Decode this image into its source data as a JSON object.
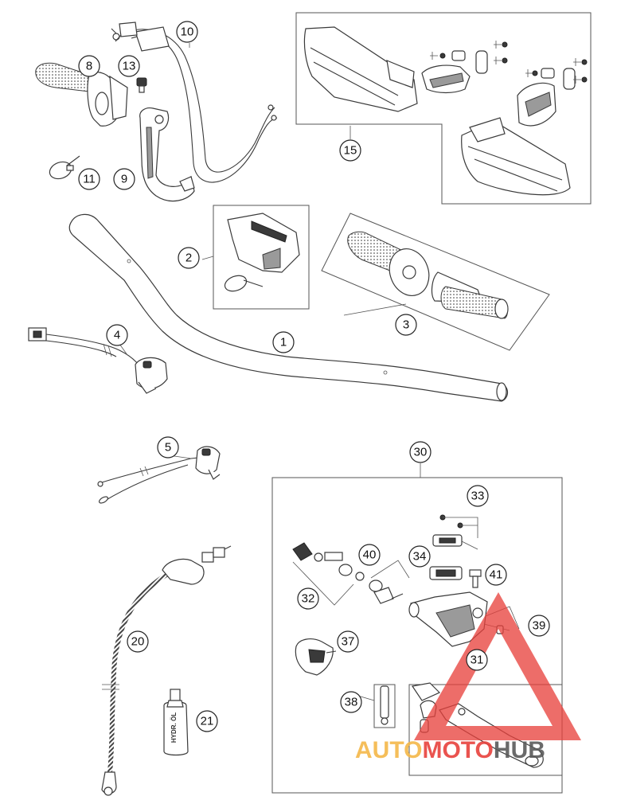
{
  "callouts": [
    {
      "id": "c1",
      "label": "1"
    },
    {
      "id": "c2",
      "label": "2"
    },
    {
      "id": "c3",
      "label": "3"
    },
    {
      "id": "c4",
      "label": "4"
    },
    {
      "id": "c5",
      "label": "5"
    },
    {
      "id": "c8",
      "label": "8"
    },
    {
      "id": "c9",
      "label": "9"
    },
    {
      "id": "c10",
      "label": "10"
    },
    {
      "id": "c11",
      "label": "11"
    },
    {
      "id": "c13",
      "label": "13"
    },
    {
      "id": "c15",
      "label": "15"
    },
    {
      "id": "c20",
      "label": "20"
    },
    {
      "id": "c21",
      "label": "21"
    },
    {
      "id": "c30",
      "label": "30"
    },
    {
      "id": "c31",
      "label": "31"
    },
    {
      "id": "c32",
      "label": "32"
    },
    {
      "id": "c33",
      "label": "33"
    },
    {
      "id": "c34",
      "label": "34"
    },
    {
      "id": "c37",
      "label": "37"
    },
    {
      "id": "c38",
      "label": "38"
    },
    {
      "id": "c39",
      "label": "39"
    },
    {
      "id": "c40",
      "label": "40"
    },
    {
      "id": "c41",
      "label": "41"
    }
  ],
  "bottle_label": "HYDR. ÖL",
  "watermark": {
    "part1": "AUTO",
    "part2": "MOTO",
    "part3": "HUB",
    "color_orange": "#f5b849",
    "color_red": "#e8413c",
    "color_grey": "#5a5a5a"
  }
}
